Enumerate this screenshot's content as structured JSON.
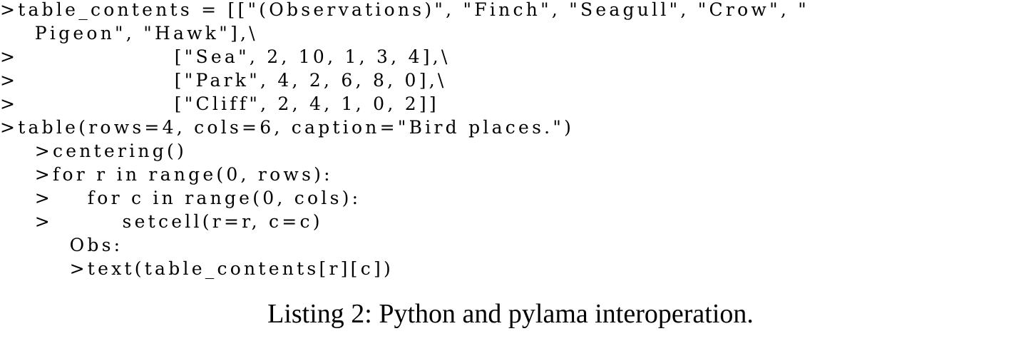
{
  "listing": {
    "lines": [
      ">table_contents = [[\"(Observations)\", \"Finch\", \"Seagull\", \"Crow\", \"",
      "    Pigeon\", \"Hawk\"],\\",
      ">                  [\"Sea\", 2, 10, 1, 3, 4],\\",
      ">                  [\"Park\", 4, 2, 6, 8, 0],\\",
      ">                  [\"Cliff\", 2, 4, 1, 0, 2]]",
      ">table(rows=4, cols=6, caption=\"Bird places.\")",
      "    >centering()",
      "    >for r in range(0, rows):",
      "    >    for c in range(0, cols):",
      "    >        setcell(r=r, c=c)",
      "        Obs:",
      "        >text(table_contents[r][c])"
    ],
    "caption": "Listing 2: Python and pylama interoperation."
  }
}
